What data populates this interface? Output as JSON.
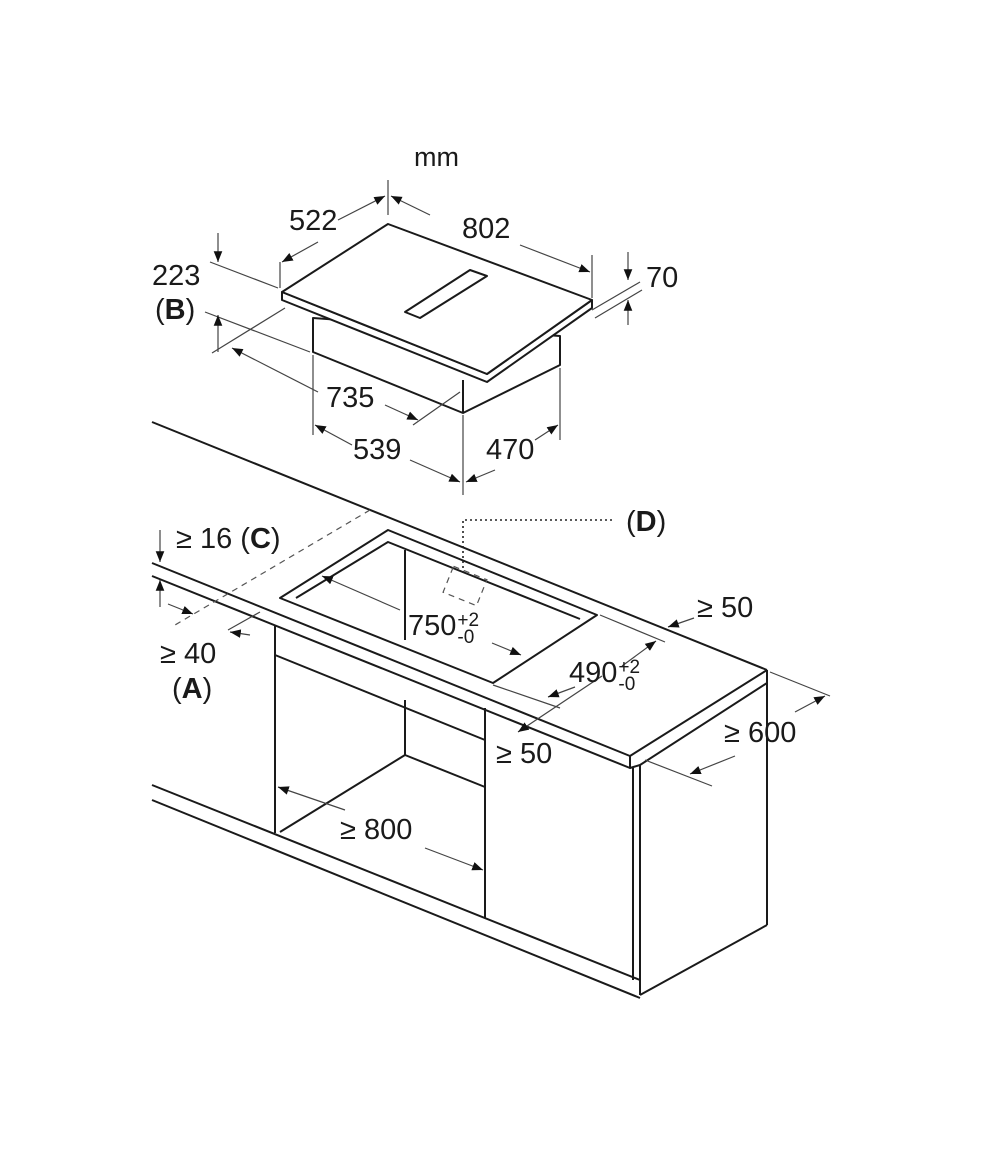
{
  "unit": "mm",
  "hob": {
    "width": "802",
    "depth": "522",
    "total_height": "223",
    "total_height_ref": "B",
    "glass_height": "70",
    "body_width": "735",
    "body_front": "539",
    "body_depth": "470"
  },
  "cutout": {
    "worktop_thickness": "≥ 16",
    "worktop_ref": "C",
    "front_distance": "≥ 40",
    "front_distance_ref": "A",
    "width": "750",
    "width_tol_plus": "+2",
    "width_tol_minus": "-0",
    "depth": "490",
    "depth_tol_plus": "+2",
    "depth_tol_minus": "-0",
    "back_distance": "≥ 50",
    "side_distance": "≥ 50",
    "worktop_depth": "≥ 600",
    "cabinet_width": "≥ 800",
    "connection_ref": "D"
  },
  "colors": {
    "line": "#1a1a1a",
    "background": "#ffffff"
  }
}
